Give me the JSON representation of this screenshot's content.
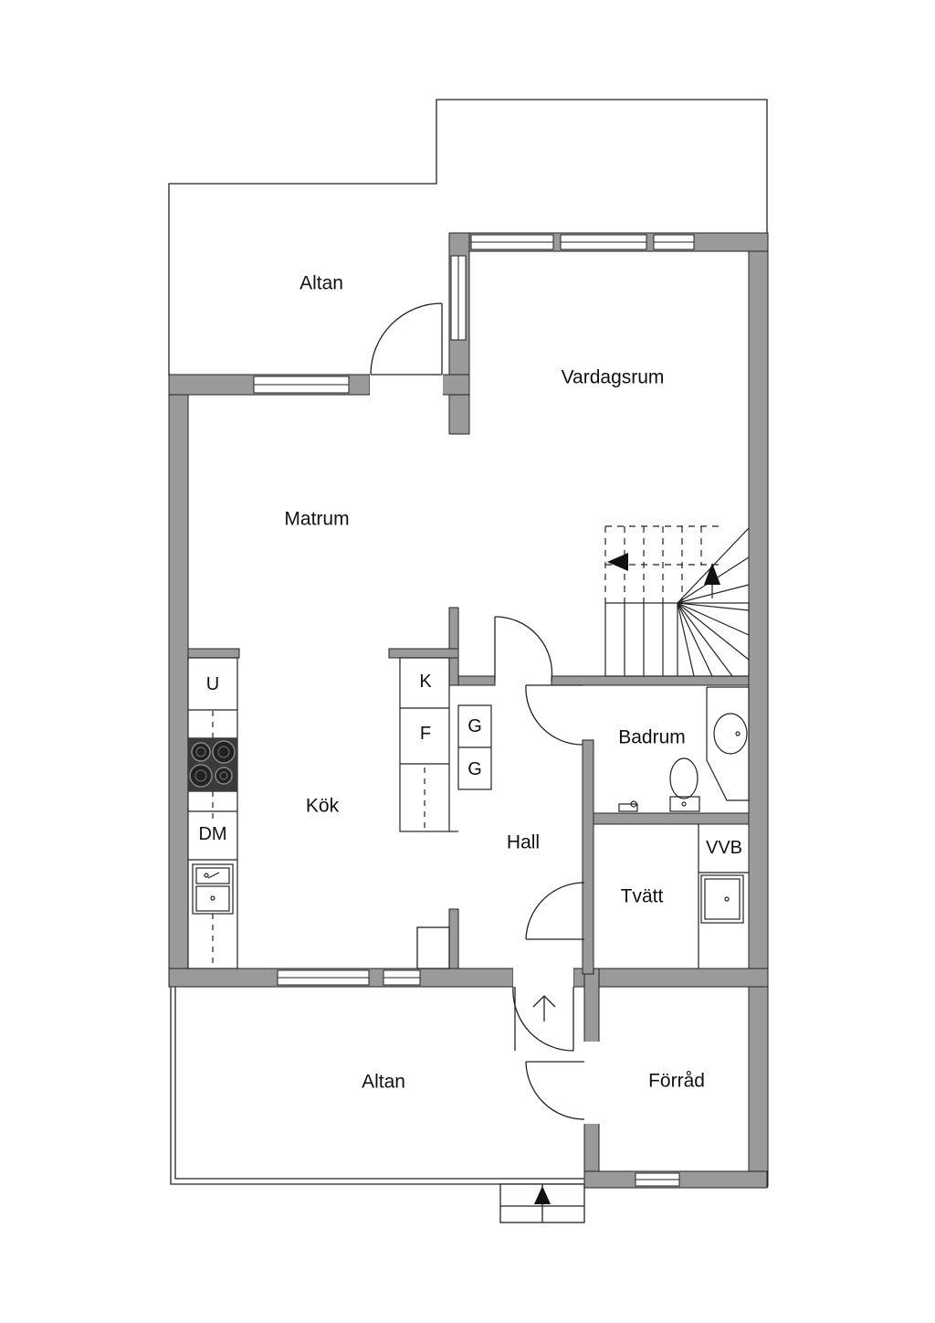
{
  "rooms": {
    "altan_top": "Altan",
    "vardagsrum": "Vardagsrum",
    "matrum": "Matrum",
    "kok": "Kök",
    "hall": "Hall",
    "badrum": "Badrum",
    "tvatt": "Tvätt",
    "altan_bottom": "Altan",
    "forrad": "Förråd"
  },
  "fixtures": {
    "u": "U",
    "k": "K",
    "f": "F",
    "g1": "G",
    "g2": "G",
    "dm": "DM",
    "vvb": "VVB"
  },
  "colors": {
    "wall": "#9a9a9a",
    "line": "#222222",
    "hob": "#3a3a3a"
  }
}
